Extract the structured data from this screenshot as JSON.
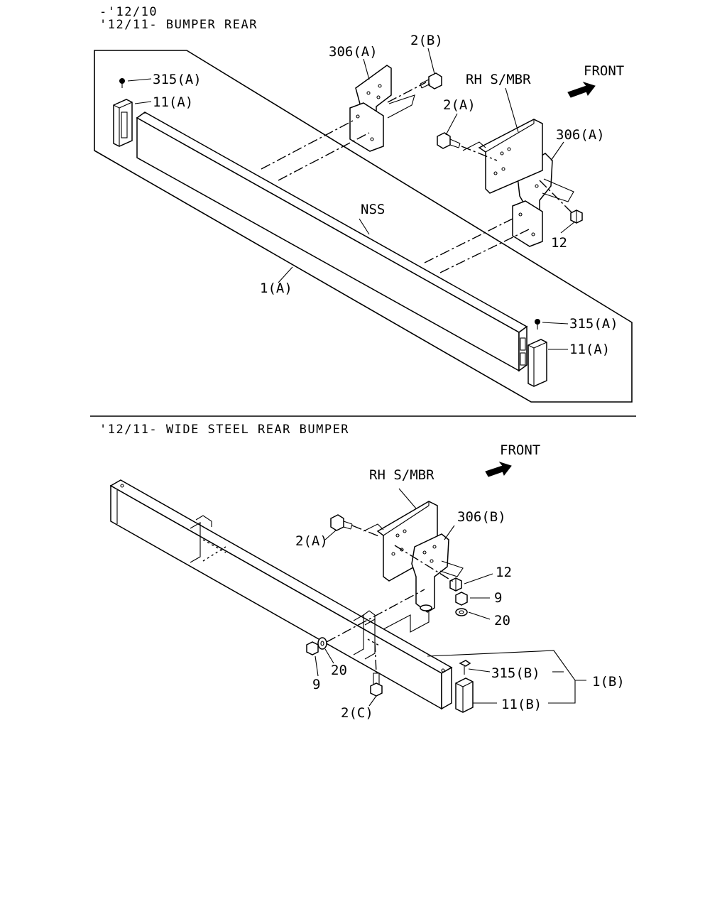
{
  "diagram_a": {
    "header_line1": "-'12/10",
    "header_line2": "'12/11- BUMPER REAR",
    "front_label": "FRONT",
    "member_label": "RH S/MBR",
    "nss_label": "NSS",
    "callouts": {
      "c306a_top": "306(A)",
      "c2b": "2(B)",
      "c315a_left": "315(A)",
      "c11a_left": "11(A)",
      "c2a": "2(A)",
      "c306a_right": "306(A)",
      "c12": "12",
      "c1a": "1(A)",
      "c315a_right": "315(A)",
      "c11a_right": "11(A)"
    }
  },
  "diagram_b": {
    "header": "'12/11- WIDE STEEL REAR BUMPER",
    "front_label": "FRONT",
    "member_label": "RH S/MBR",
    "callouts": {
      "c306b": "306(B)",
      "c2a": "2(A)",
      "c12": "12",
      "c9_right": "9",
      "c20_right": "20",
      "c315b": "315(B)",
      "c1b": "1(B)",
      "c11b": "11(B)",
      "c20_left": "20",
      "c9_left": "9",
      "c2c": "2(C)"
    }
  }
}
